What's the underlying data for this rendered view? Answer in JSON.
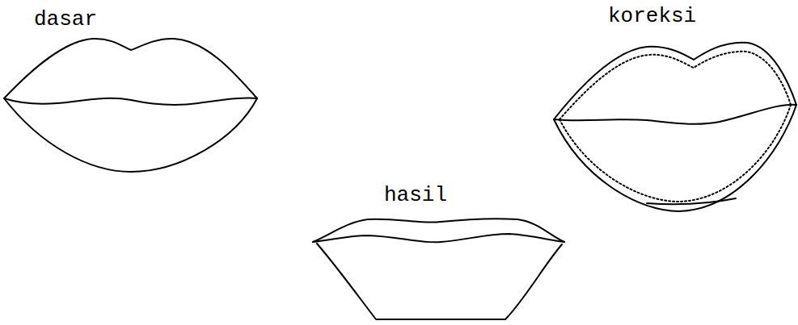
{
  "diagram": {
    "labels": [
      "dasar",
      "koreksi",
      "hasil"
    ]
  }
}
